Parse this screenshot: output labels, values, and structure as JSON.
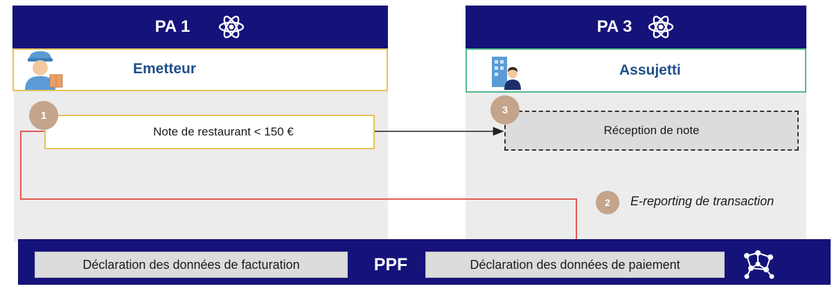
{
  "pa1": {
    "title": "PA 1",
    "role": "Emetteur",
    "step_number": "1",
    "box_text": "Note de restaurant < 150 €"
  },
  "pa3": {
    "title": "PA 3",
    "role": "Assujetti",
    "step_number": "3",
    "box_text": "Réception de note"
  },
  "e_reporting": {
    "step_number": "2",
    "label": "E-reporting de transaction"
  },
  "ppf": {
    "label": "PPF",
    "left_box": "Déclaration des données de facturation",
    "right_box": "Déclaration des données de paiement"
  },
  "icons": {
    "header": "atom-icon",
    "emetteur": "delivery-person-icon",
    "assujetti": "office-worker-icon",
    "ppf": "network-icon"
  },
  "colors": {
    "header_bg": "#15127a",
    "lane_bg": "#ececec",
    "emetteur_border": "#e3c35a",
    "assujetti_border": "#53b98a",
    "step_circle": "#c4a48a",
    "ereporting_line": "#e0463f",
    "role_text": "#1d4f8a"
  }
}
